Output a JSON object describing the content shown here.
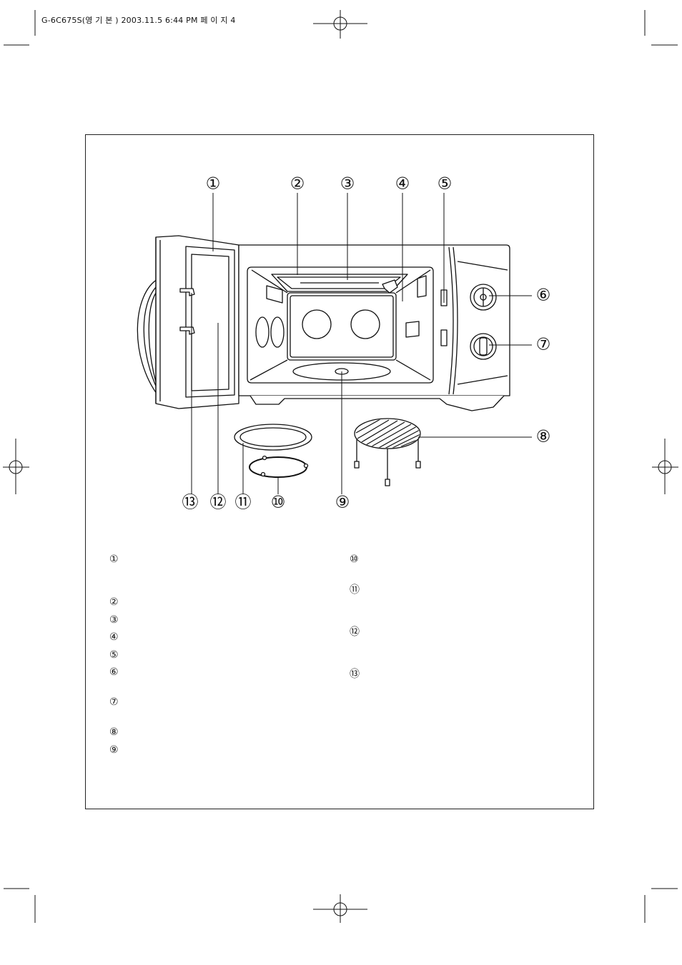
{
  "header": {
    "slug": "G-6C675S(영 기 본 ) 2003.11.5 6:44 PM 페 이 지 4"
  },
  "diagram": {
    "callouts": {
      "c1": "①",
      "c2": "②",
      "c3": "③",
      "c4": "④",
      "c5": "⑤",
      "c6": "⑥",
      "c7": "⑦",
      "c8": "⑧",
      "c9": "⑨",
      "c10": "⑩",
      "c11": "⑪",
      "c12": "⑫",
      "c13": "⑬"
    }
  },
  "legend": {
    "left": [
      {
        "num": "①",
        "text": ""
      },
      {
        "num": "②",
        "text": ""
      },
      {
        "num": "③",
        "text": ""
      },
      {
        "num": "④",
        "text": ""
      },
      {
        "num": "⑤",
        "text": ""
      },
      {
        "num": "⑥",
        "text": ""
      },
      {
        "num": "⑦",
        "text": ""
      },
      {
        "num": "⑧",
        "text": ""
      },
      {
        "num": "⑨",
        "text": ""
      }
    ],
    "right": [
      {
        "num": "⑩",
        "text": ""
      },
      {
        "num": "⑪",
        "text": ""
      },
      {
        "num": "⑫",
        "text": ""
      },
      {
        "num": "⑬",
        "text": ""
      }
    ]
  }
}
